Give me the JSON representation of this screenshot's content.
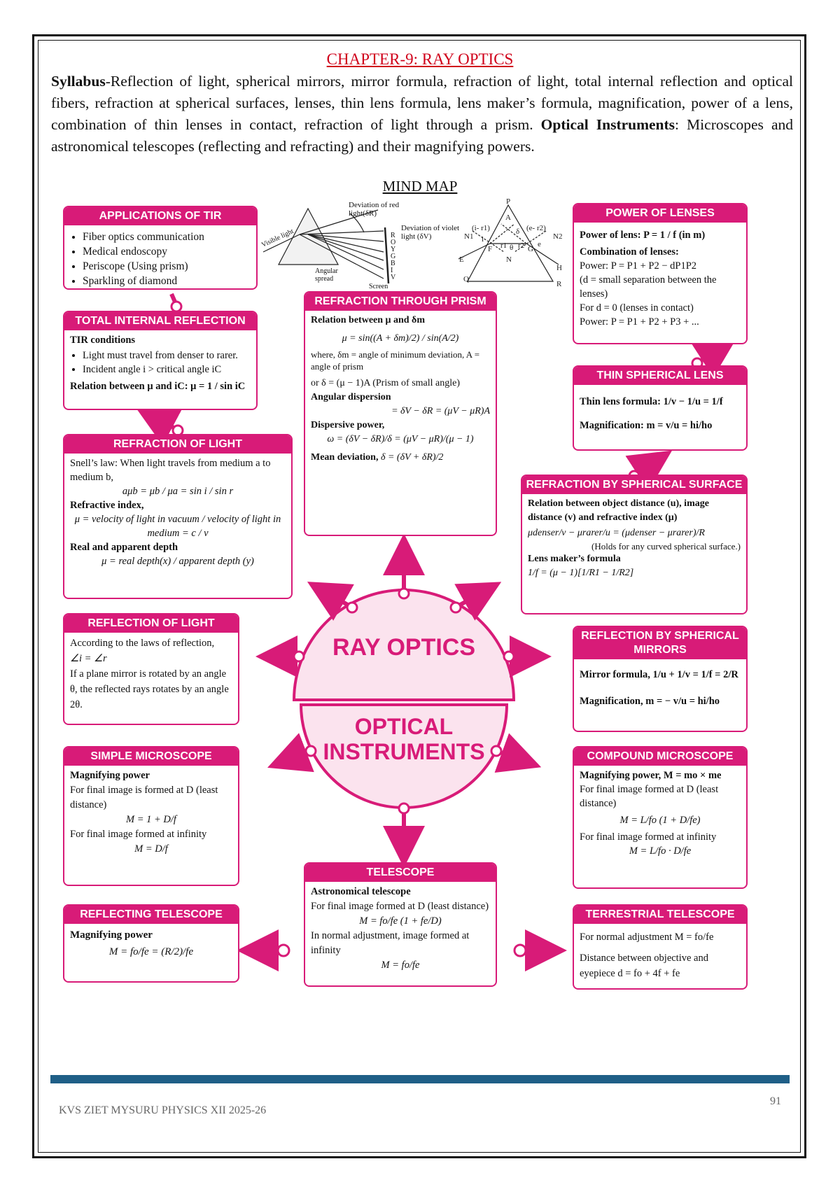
{
  "chapter_title": "CHAPTER-9: RAY OPTICS",
  "syllabus": {
    "label": "Syllabus",
    "text": "-Reflection of light, spherical mirrors, mirror formula, refraction of light, total internal reflection and optical fibers, refraction at spherical surfaces, lenses, thin lens formula, lens maker’s formula, magnification, power of a lens, combination of thin lenses in contact, refraction of light through a prism.",
    "instruments_label": "Optical Instruments",
    "instruments_text": ": Microscopes and astronomical telescopes (reflecting and refracting) and their magnifying powers."
  },
  "mind_map_title": "MIND MAP",
  "hub": {
    "top": "RAY OPTICS",
    "bottom_line1": "OPTICAL",
    "bottom_line2": "INSTRUMENTS"
  },
  "colors": {
    "accent": "#d81b78",
    "hub_fill": "#fbe3ee",
    "footer_bar": "#1f5f87",
    "title_red": "#d0021b"
  },
  "prism_figure_labels": {
    "deviation_red": "Deviation of red light(δR)",
    "deviation_violet": "Deviation of violet light (δV)",
    "visible_light": "Visible light",
    "angular_spread": "Angular spread",
    "screen": "Screen",
    "spectrum": [
      "R",
      "O",
      "Y",
      "G",
      "B",
      "I",
      "V"
    ]
  },
  "geometry_figure_labels": [
    "P",
    "A",
    "(i- r1)",
    "(e- r2)",
    "N1",
    "N2",
    "δ",
    "r1",
    "θ",
    "r2",
    "F",
    "G",
    "i",
    "e",
    "N",
    "E",
    "Q",
    "H",
    "R"
  ],
  "boxes": {
    "tir_apps": {
      "title": "APPLICATIONS OF TIR",
      "items": [
        "Fiber optics communication",
        "Medical endoscopy",
        "Periscope (Using prism)",
        "Sparkling of diamond"
      ]
    },
    "tir": {
      "title": "TOTAL INTERNAL REFLECTION",
      "sub": "TIR conditions",
      "items": [
        "Light must travel from denser to rarer.",
        "Incident angle i > critical angle iC"
      ],
      "relation": "Relation between μ and iC: μ = 1 / sin iC"
    },
    "refraction_light": {
      "title": "REFRACTION OF LIGHT",
      "snell": "Snell’s law: When light travels from medium a to medium b,",
      "snell_eq": "aμb = μb / μa = sin i / sin r",
      "ri_label": "Refractive index,",
      "ri_eq": "μ = velocity of light in vacuum / velocity of light in medium = c / v",
      "real_label": "Real and apparent depth",
      "real_eq": "μ = real depth(x) / apparent depth (y)"
    },
    "reflection_light": {
      "title": "REFLECTION OF LIGHT",
      "text1": "According to the laws of reflection,",
      "text2": "∠i = ∠r",
      "text3": "If a plane mirror is rotated by an angle θ, the reflected rays rotates by an angle 2θ."
    },
    "simple_microscope": {
      "title": "SIMPLE MICROSCOPE",
      "sub": "Magnifying power",
      "text1": "For final image is formed at D (least distance)",
      "eq1": "M = 1 + D/f",
      "text2": "For final image formed at infinity",
      "eq2": "M = D/f"
    },
    "reflecting_telescope": {
      "title": "REFLECTING TELESCOPE",
      "sub": "Magnifying power",
      "eq": "M = fo/fe = (R/2)/fe"
    },
    "prism": {
      "title": "REFRACTION THROUGH PRISM",
      "sub": "Relation between μ and δm",
      "eq1": "μ = sin((A + δm)/2) / sin(A/2)",
      "where": "where, δm = angle of minimum deviation, A = angle of prism",
      "small": "or δ = (μ − 1)A   (Prism of small angle)",
      "ad_label": "Angular dispersion",
      "ad_eq": "= δV − δR = (μV − μR)A",
      "dp_label": "Dispersive power,",
      "dp_eq": "ω = (δV − δR)/δ = (μV − μR)/(μ − 1)",
      "md_label": "Mean deviation,",
      "md_eq": "δ = (δV + δR)/2"
    },
    "telescope": {
      "title": "TELESCOPE",
      "sub": "Astronomical telescope",
      "text1": "For final image formed at D (least distance)",
      "eq1": "M = fo/fe (1 + fe/D)",
      "text2": "In normal adjustment, image formed at infinity",
      "eq2": "M = fo/fe"
    },
    "power_lenses": {
      "title": "POWER OF LENSES",
      "pl": "Power of lens: P = 1 / f (in m)",
      "comb": "Combination of lenses:",
      "p1": "Power: P = P1 + P2 − dP1P2",
      "p2": "(d = small separation between the lenses)",
      "p3": "For d = 0 (lenses in contact)",
      "p4": "Power: P = P1 + P2 + P3 + ..."
    },
    "thin_lens": {
      "title": "THIN SPHERICAL LENS",
      "eq1": "Thin lens formula: 1/v − 1/u = 1/f",
      "eq2": "Magnification: m = v/u = hi/ho"
    },
    "spherical_surface": {
      "title": "REFRACTION BY SPHERICAL SURFACE",
      "sub": "Relation between object distance (u), image distance (v) and refractive index (μ)",
      "eq1": "μdenser/v − μrarer/u = (μdenser − μrarer)/R",
      "note": "(Holds for any curved spherical surface.)",
      "lm_label": "Lens maker’s formula",
      "lm_eq": "1/f = (μ − 1)[1/R1 − 1/R2]"
    },
    "spherical_mirrors": {
      "title": "REFLECTION BY SPHERICAL MIRRORS",
      "eq1": "Mirror formula, 1/u + 1/v = 1/f = 2/R",
      "eq2": "Magnification, m = − v/u = hi/ho"
    },
    "compound_microscope": {
      "title": "COMPOUND MICROSCOPE",
      "eq0": "Magnifying power, M = mo × me",
      "text1": "For final image formed at D (least distance)",
      "eq1": "M = L/fo (1 + D/fe)",
      "text2": "For final image formed at infinity",
      "eq2": "M = L/fo · D/fe"
    },
    "terrestrial_telescope": {
      "title": "TERRESTRIAL TELESCOPE",
      "eq1": "For normal adjustment M = fo/fe",
      "text1": "Distance between objective and eyepiece d = fo + 4f + fe"
    }
  },
  "footer": {
    "left": "KVS ZIET MYSURU PHYSICS XII 2025-26",
    "page": "91"
  }
}
